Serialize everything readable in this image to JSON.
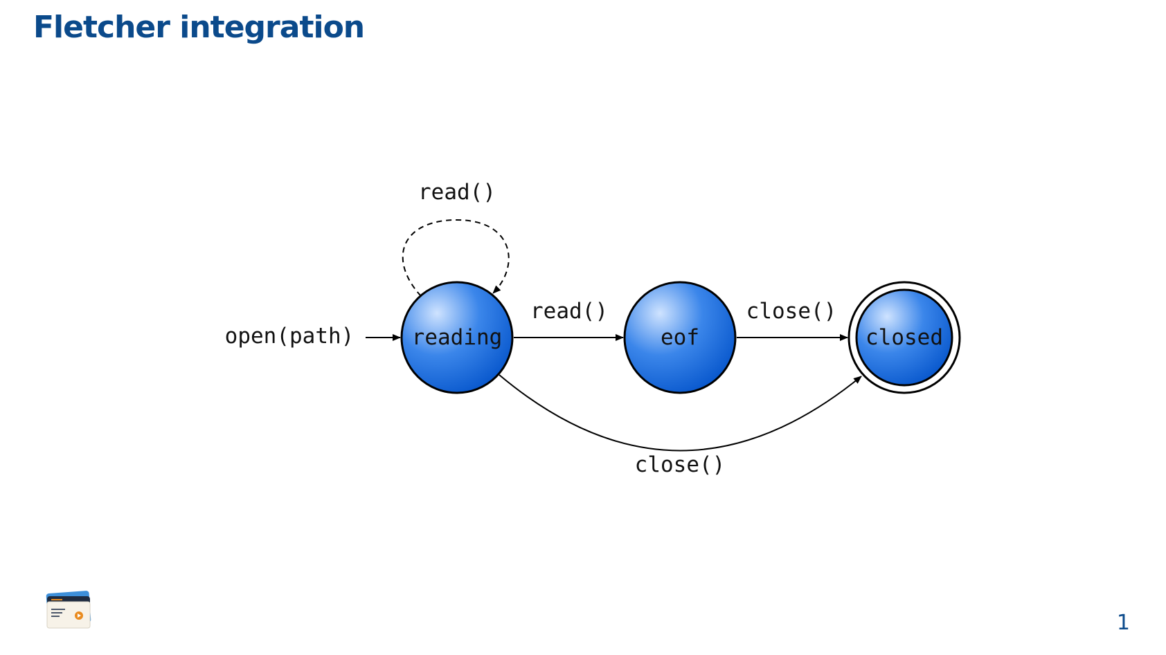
{
  "title": "Fletcher integration",
  "page_number": "1",
  "colors": {
    "title": "#0b4a8b",
    "node_fill_light": "#cfe3ff",
    "node_fill_mid": "#3b86ea",
    "node_fill_dark": "#0050c8",
    "stroke": "#000000"
  },
  "diagram": {
    "nodes": [
      {
        "id": "reading",
        "label": "reading",
        "accepting": false
      },
      {
        "id": "eof",
        "label": "eof",
        "accepting": false
      },
      {
        "id": "closed",
        "label": "closed",
        "accepting": true
      }
    ],
    "edges": [
      {
        "from": "start",
        "to": "reading",
        "label": "open(path)",
        "style": "solid"
      },
      {
        "from": "reading",
        "to": "reading",
        "label": "read()",
        "style": "dashed"
      },
      {
        "from": "reading",
        "to": "eof",
        "label": "read()",
        "style": "solid"
      },
      {
        "from": "eof",
        "to": "closed",
        "label": "close()",
        "style": "solid"
      },
      {
        "from": "reading",
        "to": "closed",
        "label": "close()",
        "style": "solid"
      }
    ]
  },
  "logo_icon": "slides-app-icon"
}
